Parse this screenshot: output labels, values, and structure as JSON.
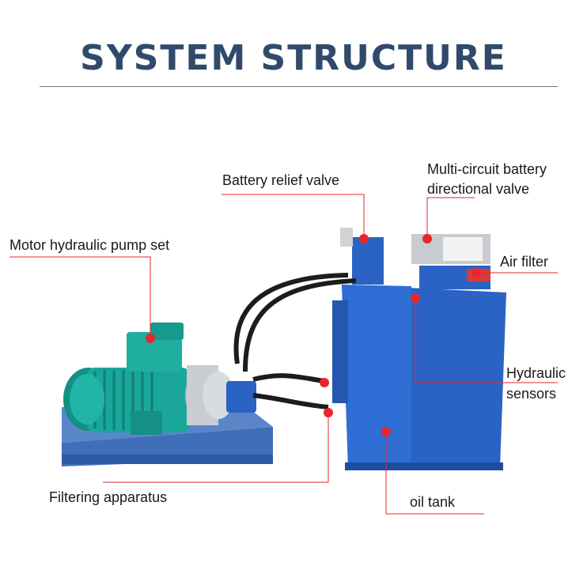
{
  "title": "SYSTEM STRUCTURE",
  "colors": {
    "title": "#2f4a6b",
    "marker": "#e8262b",
    "leader": "#e8262b",
    "tank": "#2a63c4",
    "motor": "#1aa69a"
  },
  "labels": {
    "battery_relief_valve": "Battery relief valve",
    "multi_circuit_line1": "Multi-circuit battery",
    "multi_circuit_line2": "directional valve",
    "motor_pump_set": "Motor hydraulic pump set",
    "air_filter": "Air filter",
    "hydraulic_line1": "Hydraulic",
    "hydraulic_line2": "sensors",
    "filtering_apparatus": "Filtering apparatus",
    "oil_tank": "oil tank"
  }
}
